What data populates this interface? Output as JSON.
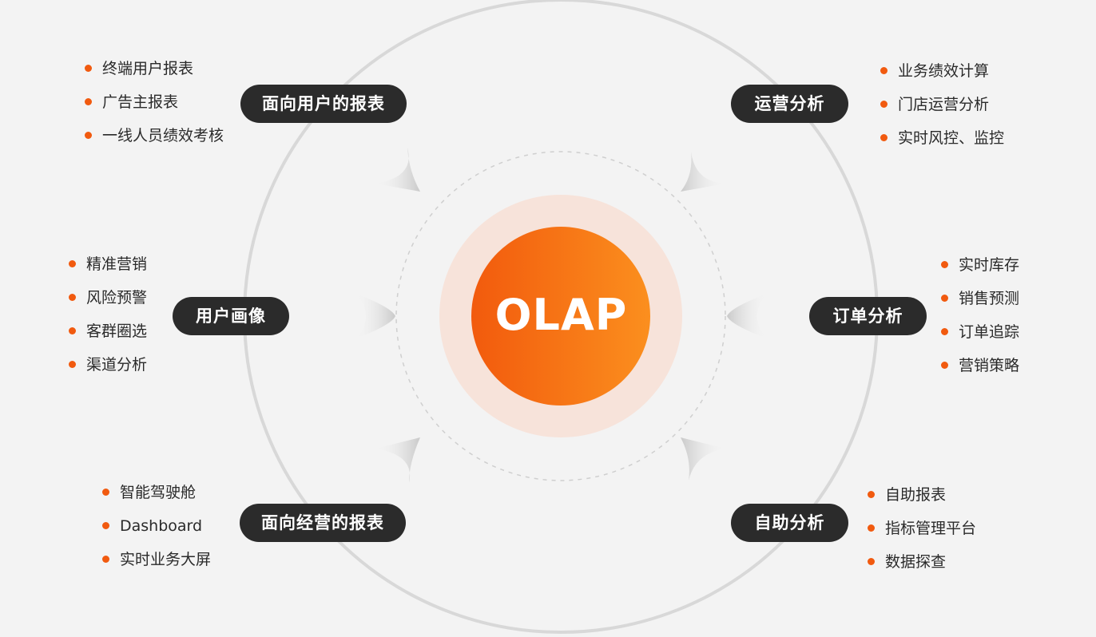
{
  "center": {
    "label": "OLAP"
  },
  "colors": {
    "accent": "#f15a0f",
    "gradient_start": "#f25a0d",
    "gradient_end": "#fb8f1e",
    "halo": "#f8e4dc",
    "pill_bg": "#2b2b2b",
    "background": "#f3f3f3"
  },
  "nodes": [
    {
      "id": "user-report",
      "title": "面向用户的报表",
      "items": [
        "终端用户报表",
        "广告主报表",
        "一线人员绩效考核"
      ]
    },
    {
      "id": "operations",
      "title": "运营分析",
      "items": [
        "业务绩效计算",
        "门店运营分析",
        "实时风控、监控"
      ]
    },
    {
      "id": "user-profile",
      "title": "用户画像",
      "items": [
        "精准营销",
        "风险预警",
        "客群圈选",
        "渠道分析"
      ]
    },
    {
      "id": "order",
      "title": "订单分析",
      "items": [
        "实时库存",
        "销售预测",
        "订单追踪",
        "营销策略"
      ]
    },
    {
      "id": "business-report",
      "title": "面向经营的报表",
      "items": [
        "智能驾驶舱",
        "Dashboard",
        "实时业务大屏"
      ]
    },
    {
      "id": "self-service",
      "title": "自助分析",
      "items": [
        "自助报表",
        "指标管理平台",
        "数据探查"
      ]
    }
  ]
}
